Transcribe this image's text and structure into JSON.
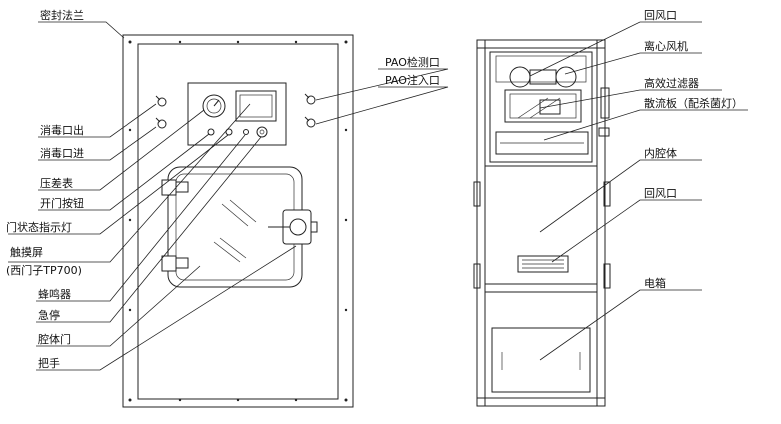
{
  "left_labels": {
    "seal_flange": "密封法兰",
    "pao_test_port": "PAO检测口",
    "pao_inject_port": "PAO注入口",
    "disinfect_out": "消毒口出",
    "disinfect_in": "消毒口进",
    "pressure_gauge": "压差表",
    "door_open_button": "开门按钮",
    "door_status_light": "门状态指示灯",
    "touchscreen": "触摸屏",
    "touchscreen_model": "(西门子TP700)",
    "buzzer": "蜂鸣器",
    "emergency_stop": "急停",
    "chamber_door": "腔体门",
    "handle": "把手"
  },
  "right_labels": {
    "return_air_top": "回风口",
    "centrifugal_fan": "离心风机",
    "hepa_filter": "高效过滤器",
    "diffuser_plate": "散流板（配杀菌灯）",
    "inner_chamber": "内腔体",
    "return_air_bottom": "回风口",
    "electric_box": "电箱"
  },
  "colors": {
    "line": "#222222",
    "text": "#111111",
    "background": "#ffffff"
  }
}
